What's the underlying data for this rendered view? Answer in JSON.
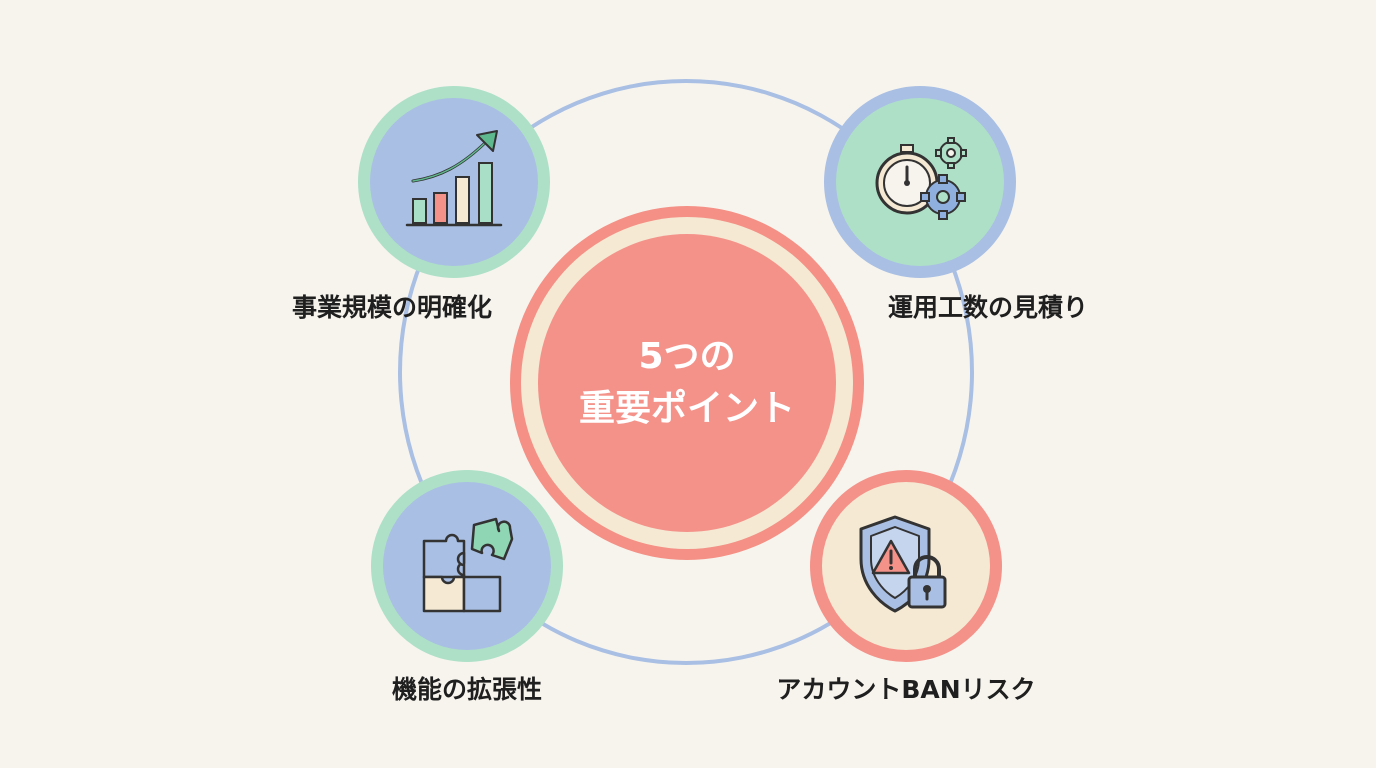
{
  "center": {
    "line1": "5つの",
    "line2": "重要ポイント"
  },
  "points": [
    {
      "label": "事業規模の明確化",
      "icon": "growth-chart-icon"
    },
    {
      "label": "運用工数の見積り",
      "icon": "stopwatch-gears-icon"
    },
    {
      "label": "機能の拡張性",
      "icon": "puzzle-icon"
    },
    {
      "label": "アカウントBANリスク",
      "icon": "shield-lock-icon"
    }
  ],
  "colors": {
    "background": "#f7f4ee",
    "ring": "#a9bfe3",
    "coral": "#f4928a",
    "mint": "#a9dfc6",
    "blue": "#a9bfe3",
    "cream": "#f5e9d3"
  }
}
